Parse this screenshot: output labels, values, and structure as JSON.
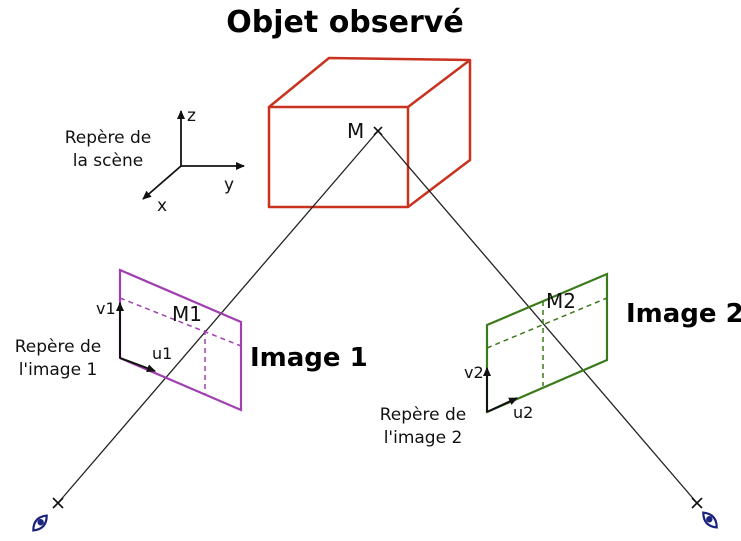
{
  "title": "Objet observé",
  "scene_frame": {
    "label_line1": "Repère de",
    "label_line2": "la scène",
    "axis_x": "x",
    "axis_y": "y",
    "axis_z": "z"
  },
  "object": {
    "point_label": "M"
  },
  "image1": {
    "title": "Image 1",
    "point_label": "M1",
    "axis_u": "u1",
    "axis_v": "v1",
    "frame_label_line1": "Repère de",
    "frame_label_line2": "l'image 1"
  },
  "image2": {
    "title": "Image 2",
    "point_label": "M2",
    "axis_u": "u2",
    "axis_v": "v2",
    "frame_label_line1": "Repère de",
    "frame_label_line2": "l'image 2"
  },
  "colors": {
    "object": "#c8321e",
    "image1": "#a040b0",
    "image2": "#3a7a1a",
    "eye": "#1a237e",
    "lines": "#222222"
  }
}
